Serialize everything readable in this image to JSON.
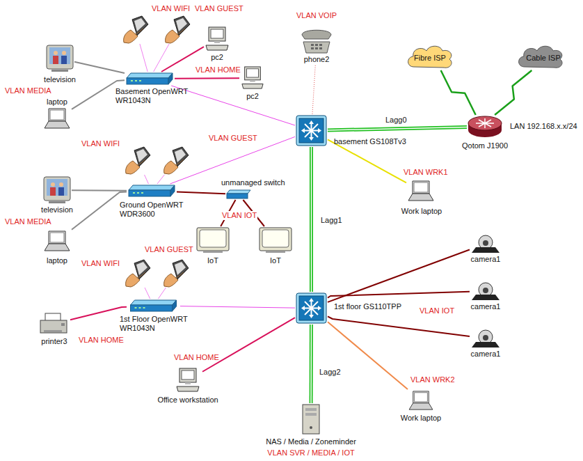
{
  "diagram": {
    "nodes": [
      {
        "text": [
          "VLAN WIFI"
        ]
      },
      {
        "text": [
          "VLAN GUEST"
        ]
      },
      {
        "text": [
          "pc2"
        ]
      },
      {
        "text": [
          "VLAN VOIP",
          "phone2"
        ]
      },
      {
        "text": [
          "Fibre ISP"
        ]
      },
      {
        "text": [
          "Cable ISP"
        ]
      },
      {
        "text": [
          "television"
        ]
      },
      {
        "text": [
          "Basement OpenWRT WR1043N"
        ]
      },
      {
        "text": [
          "pc2"
        ]
      },
      {
        "text": [
          "laptop"
        ]
      },
      {
        "text": [
          "basement GS108Tv3"
        ]
      },
      {
        "text": [
          "Qotom J1900"
        ]
      },
      {
        "text": [
          "VLAN WIFI"
        ]
      },
      {
        "text": [
          "VLAN GUEST"
        ]
      },
      {
        "text": [
          "VLAN WRK1",
          "Work laptop"
        ]
      },
      {
        "text": [
          "television"
        ]
      },
      {
        "text": [
          "Ground OpenWRT WDR3600"
        ]
      },
      {
        "text": [
          "unmanaged switch"
        ]
      },
      {
        "text": [
          "laptop"
        ]
      },
      {
        "text": [
          "IoT"
        ]
      },
      {
        "text": [
          "IoT"
        ]
      },
      {
        "text": [
          "camera1"
        ]
      },
      {
        "text": [
          "VLAN WIFI"
        ]
      },
      {
        "text": [
          "VLAN GUEST"
        ]
      },
      {
        "text": [
          "1st Floor OpenWRT WR1043N"
        ]
      },
      {
        "text": [
          "camera1"
        ]
      },
      {
        "text": [
          "1st floor GS110TPP"
        ]
      },
      {
        "text": [
          "printer3"
        ]
      },
      {
        "text": [
          "camera1"
        ]
      },
      {
        "text": [
          "VLAN HOME",
          "Office workstation"
        ]
      },
      {
        "text": [
          "VLAN WRK2",
          "Work laptop"
        ]
      },
      {
        "text": [
          "NAS / Media / Zoneminder",
          "VLAN SVR / MEDIA / IOT"
        ]
      }
    ],
    "edges": [
      {
        "from": 7,
        "to": 0,
        "arrow": "none"
      },
      {
        "from": 7,
        "to": 1,
        "arrow": "none"
      },
      {
        "from": 7,
        "to": 2,
        "arrow": "none"
      },
      {
        "from": 7,
        "to": 8,
        "arrow": "none"
      },
      {
        "from": 7,
        "to": 6,
        "arrow": "none"
      },
      {
        "from": 7,
        "to": 9,
        "arrow": "none"
      },
      {
        "from": 7,
        "to": 10,
        "arrow": "none"
      },
      {
        "from": 3,
        "to": 10,
        "arrow": "none"
      },
      {
        "from": 10,
        "to": 11,
        "label": "Lagg0",
        "arrow": "none"
      },
      {
        "from": 11,
        "to": 4,
        "arrow": "none"
      },
      {
        "from": 11,
        "to": 5,
        "arrow": "none"
      },
      {
        "from": 10,
        "to": 14,
        "arrow": "none"
      },
      {
        "from": 10,
        "to": 26,
        "label": "Lagg1",
        "arrow": "none"
      },
      {
        "from": 16,
        "to": 12,
        "arrow": "none"
      },
      {
        "from": 16,
        "to": 13,
        "arrow": "none"
      },
      {
        "from": 16,
        "to": 15,
        "arrow": "none"
      },
      {
        "from": 16,
        "to": 18,
        "arrow": "none"
      },
      {
        "from": 16,
        "to": 10,
        "arrow": "none"
      },
      {
        "from": 16,
        "to": 17,
        "arrow": "none"
      },
      {
        "from": 17,
        "to": 19,
        "arrow": "none"
      },
      {
        "from": 17,
        "to": 20,
        "arrow": "none"
      },
      {
        "from": 24,
        "to": 22,
        "arrow": "none"
      },
      {
        "from": 24,
        "to": 23,
        "arrow": "none"
      },
      {
        "from": 24,
        "to": 27,
        "arrow": "none"
      },
      {
        "from": 24,
        "to": 26,
        "arrow": "none"
      },
      {
        "from": 26,
        "to": 21,
        "arrow": "none"
      },
      {
        "from": 26,
        "to": 25,
        "arrow": "none"
      },
      {
        "from": 26,
        "to": 28,
        "arrow": "none"
      },
      {
        "from": 26,
        "to": 29,
        "arrow": "none"
      },
      {
        "from": 26,
        "to": 31,
        "label": "Lagg2",
        "arrow": "none"
      },
      {
        "from": 26,
        "to": 30,
        "arrow": "none"
      }
    ],
    "labels": [
      "VLAN HOME",
      "VLAN MEDIA",
      "LAN 192.168.x.x/24",
      "VLAN MEDIA",
      "VLAN IOT",
      "VLAN IOT",
      "VLAN HOME"
    ]
  }
}
